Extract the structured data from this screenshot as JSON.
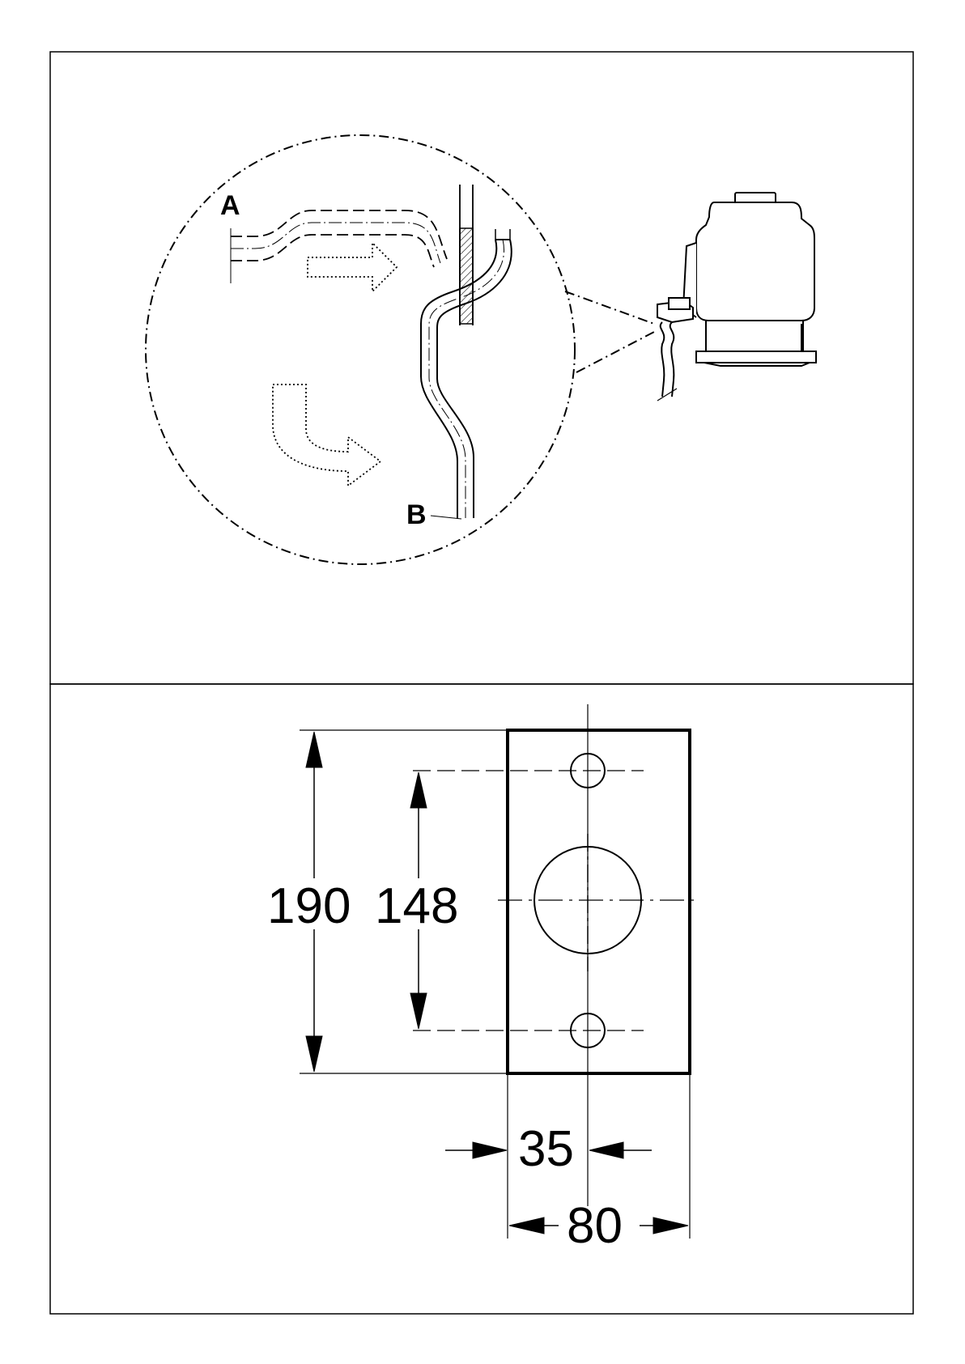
{
  "top_panel": {
    "label_a": "A",
    "label_b": "B"
  },
  "bottom_panel": {
    "dim_overall_height": "190",
    "dim_hole_spacing": "148",
    "dim_offset": "35",
    "dim_width": "80"
  },
  "colors": {
    "line": "#000000",
    "background": "#ffffff"
  }
}
